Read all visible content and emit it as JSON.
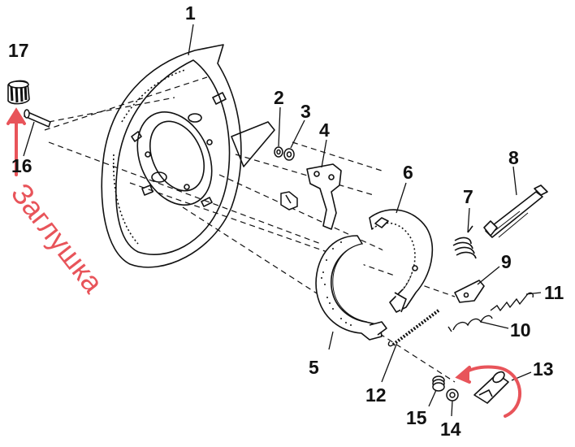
{
  "figure": {
    "callouts": [
      {
        "id": "1",
        "text": "1"
      },
      {
        "id": "2",
        "text": "2"
      },
      {
        "id": "3",
        "text": "3"
      },
      {
        "id": "4",
        "text": "4"
      },
      {
        "id": "5",
        "text": "5"
      },
      {
        "id": "6",
        "text": "6"
      },
      {
        "id": "7",
        "text": "7"
      },
      {
        "id": "8",
        "text": "8"
      },
      {
        "id": "9",
        "text": "9"
      },
      {
        "id": "10",
        "text": "10"
      },
      {
        "id": "11",
        "text": "11"
      },
      {
        "id": "12",
        "text": "12"
      },
      {
        "id": "13",
        "text": "13"
      },
      {
        "id": "14",
        "text": "14"
      },
      {
        "id": "15",
        "text": "15"
      },
      {
        "id": "16",
        "text": "16"
      },
      {
        "id": "17",
        "text": "17"
      }
    ],
    "annotation": {
      "text": "Заглушка",
      "color": "#e8545a"
    },
    "line_color": "#111111",
    "background": "#ffffff"
  }
}
